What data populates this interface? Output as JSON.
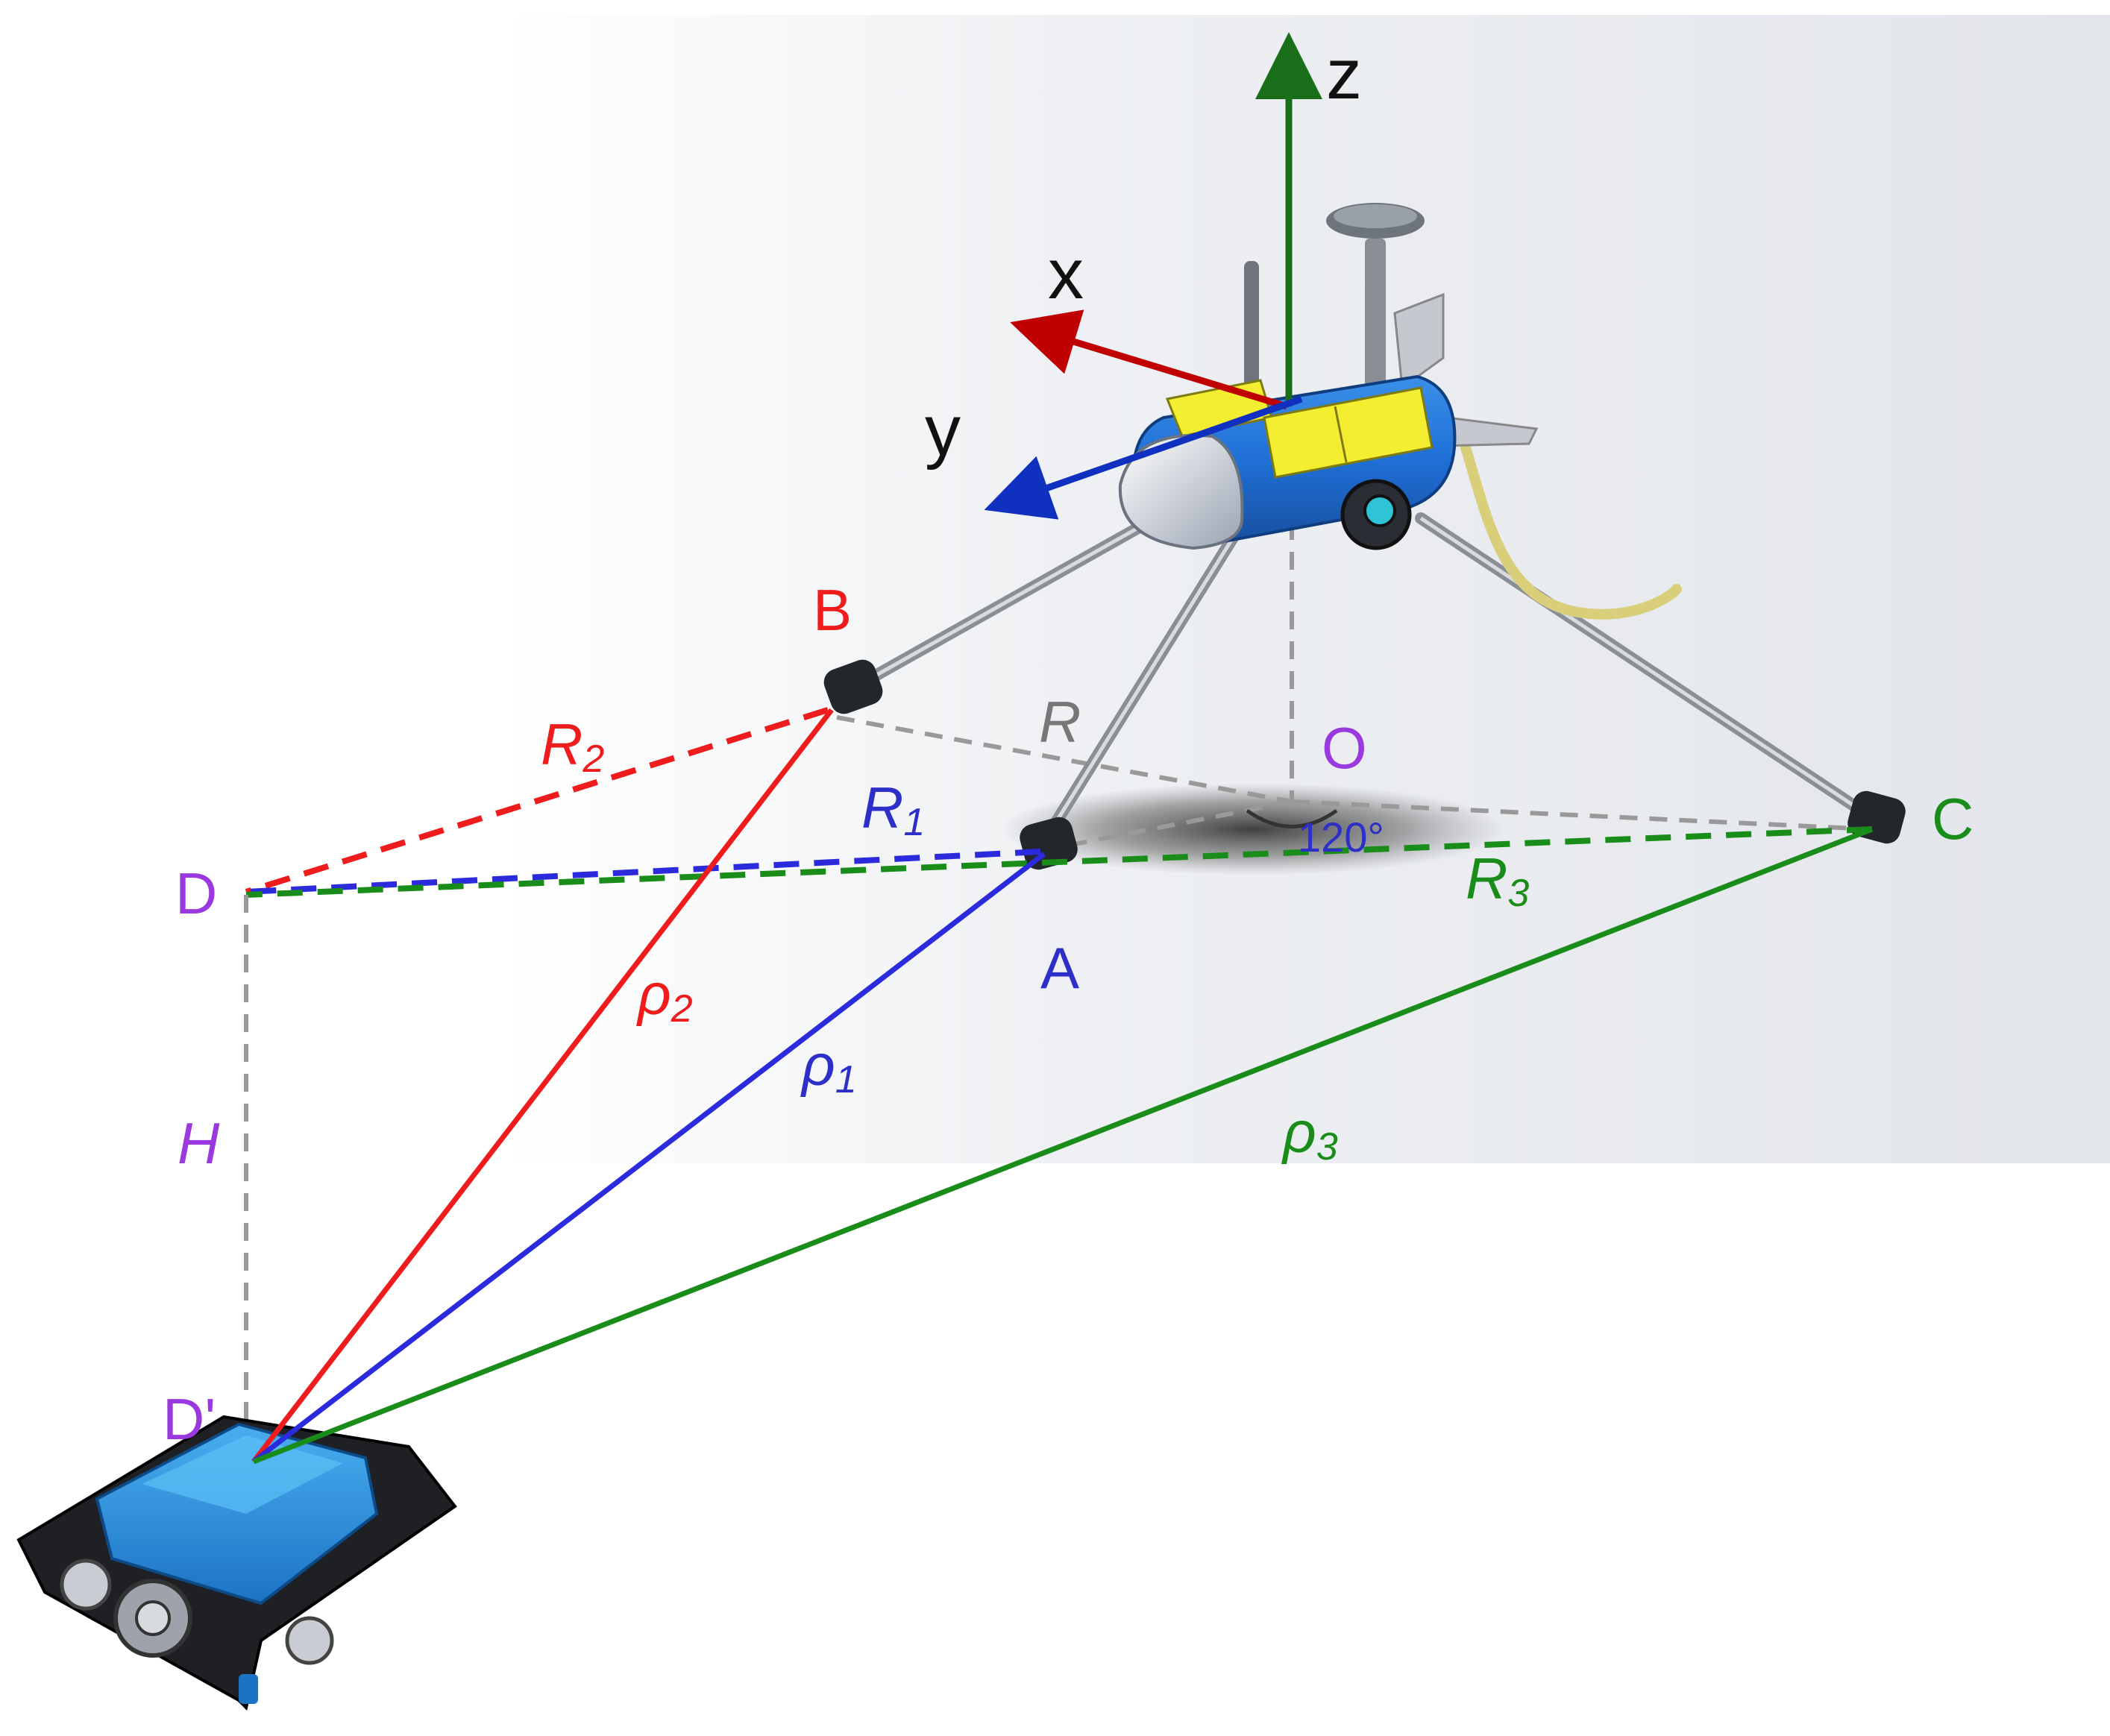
{
  "axes": {
    "x": {
      "label": "x",
      "color": "#c00000"
    },
    "y": {
      "label": "y",
      "color": "#1030c0"
    },
    "z": {
      "label": "z",
      "color": "#1a6e1a"
    }
  },
  "points": {
    "A": "A",
    "B": "B",
    "C": "C",
    "D": "D",
    "D_prime": "D'",
    "O": "O"
  },
  "segments": {
    "R": {
      "base": "R",
      "sub": ""
    },
    "R1": {
      "base": "R",
      "sub": "1"
    },
    "R2": {
      "base": "R",
      "sub": "2"
    },
    "R3": {
      "base": "R",
      "sub": "3"
    },
    "rho1": {
      "base": "ρ",
      "sub": "1"
    },
    "rho2": {
      "base": "ρ",
      "sub": "2"
    },
    "rho3": {
      "base": "ρ",
      "sub": "3"
    },
    "H": "H"
  },
  "angle_label": "120°",
  "colors": {
    "red": "#ee1c1c",
    "blue": "#2b2bdd",
    "green": "#1a8c1a",
    "purple": "#9b39e0",
    "gray": "#999999",
    "dark_blue_text": "#2e2ec8"
  }
}
